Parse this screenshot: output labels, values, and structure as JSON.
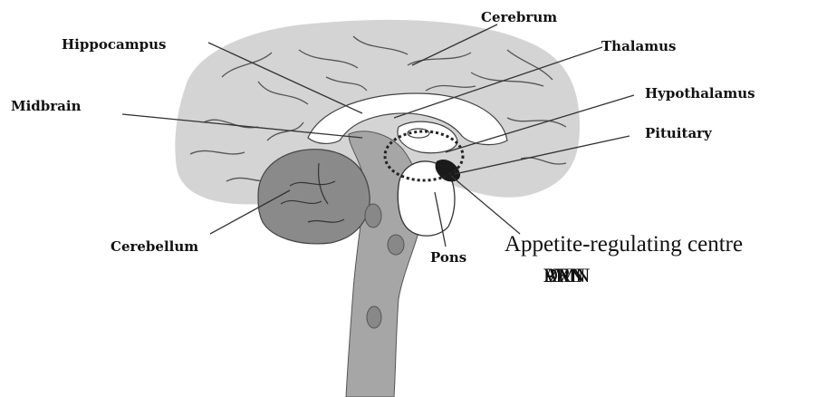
{
  "labels": {
    "cerebrum": "Cerebrum",
    "hippocampus": "Hippocampus",
    "thalamus": "Thalamus",
    "midbrain": "Midbrain",
    "hypothalamus": "Hypothalamus",
    "pituitary": "Pituitary",
    "cerebellum": "Cerebellum",
    "pons": "Pons"
  },
  "appetite_centre": {
    "title": "Appetite-regulating centre",
    "nuclei": [
      "ARN",
      "VMN",
      "PVN",
      "LH",
      "DMN"
    ]
  },
  "colors": {
    "cerebrum": "#d4d4d4",
    "brainstem": "#a6a6a6",
    "cerebellum": "#8a8a8a",
    "pituitary": "#1a1a1a"
  }
}
